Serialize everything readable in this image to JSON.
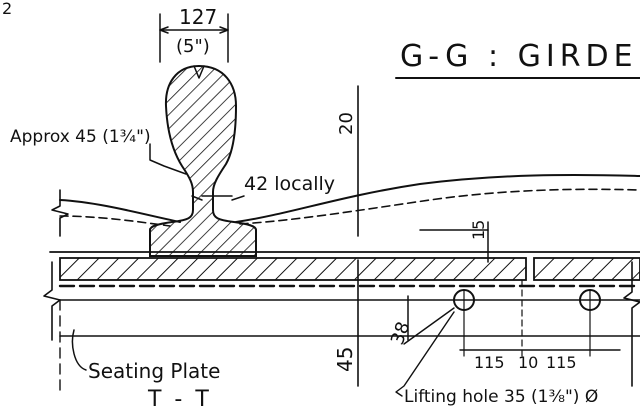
{
  "title": "G-G : GIRDE",
  "section_label": "T - T",
  "corner_mark": "2",
  "dimensions": {
    "rail_width": "127",
    "rail_width_imperial": "(5\")",
    "rail_depth": "Approx 45 (1¾\")",
    "web_locally": "42 locally",
    "head_height": "20",
    "top_plate": "15",
    "girder_depth": "45",
    "hole_offset": "38",
    "spacing_left": "115",
    "spacing_mid": "10",
    "spacing_right": "115"
  },
  "labels": {
    "seating_plate": "Seating Plate",
    "lifting_hole": "Lifting hole 35 (1⅜\") Ø"
  }
}
